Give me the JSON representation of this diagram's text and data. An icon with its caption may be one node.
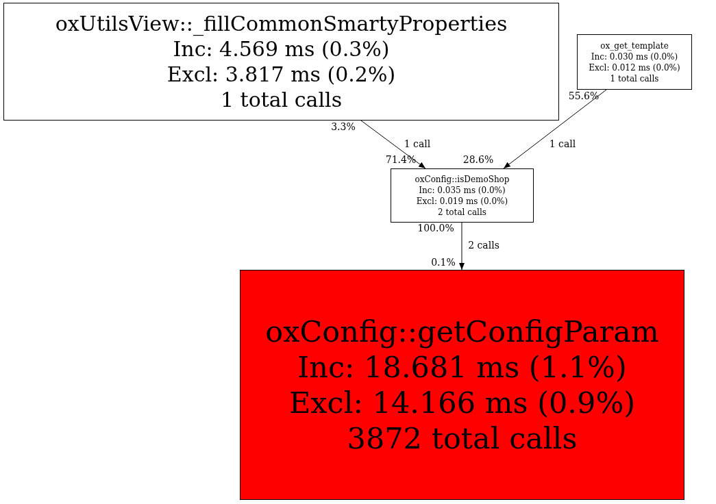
{
  "diagram": {
    "nodes": [
      {
        "text": [
          "oxUtilsView::_fillCommonSmartyProperties",
          "Inc: 4.569 ms (0.3%)",
          "Excl: 3.817 ms (0.2%)",
          "1 total calls"
        ]
      },
      {
        "text": [
          "ox_get_template",
          "Inc: 0.030 ms (0.0%)",
          "Excl: 0.012 ms (0.0%)",
          "1 total calls"
        ]
      },
      {
        "text": [
          "oxConfig::isDemoShop",
          "Inc: 0.035 ms (0.0%)",
          "Excl: 0.019 ms (0.0%)",
          "2 total calls"
        ]
      },
      {
        "text": [
          "oxConfig::getConfigParam",
          "Inc: 18.681 ms (1.1%)",
          "Excl: 14.166 ms (0.9%)",
          "3872 total calls"
        ]
      }
    ],
    "edges": [
      {
        "from": 0,
        "to": 2,
        "arrow": "to",
        "label": "1 call"
      },
      {
        "from": 1,
        "to": 2,
        "arrow": "to",
        "label": "1 call"
      },
      {
        "from": 2,
        "to": 3,
        "arrow": "to",
        "label": "2 calls"
      }
    ],
    "labels": [
      "55.6%",
      "3.3%",
      "71.4%",
      "28.6%",
      "100.0%",
      "0.1%"
    ]
  }
}
